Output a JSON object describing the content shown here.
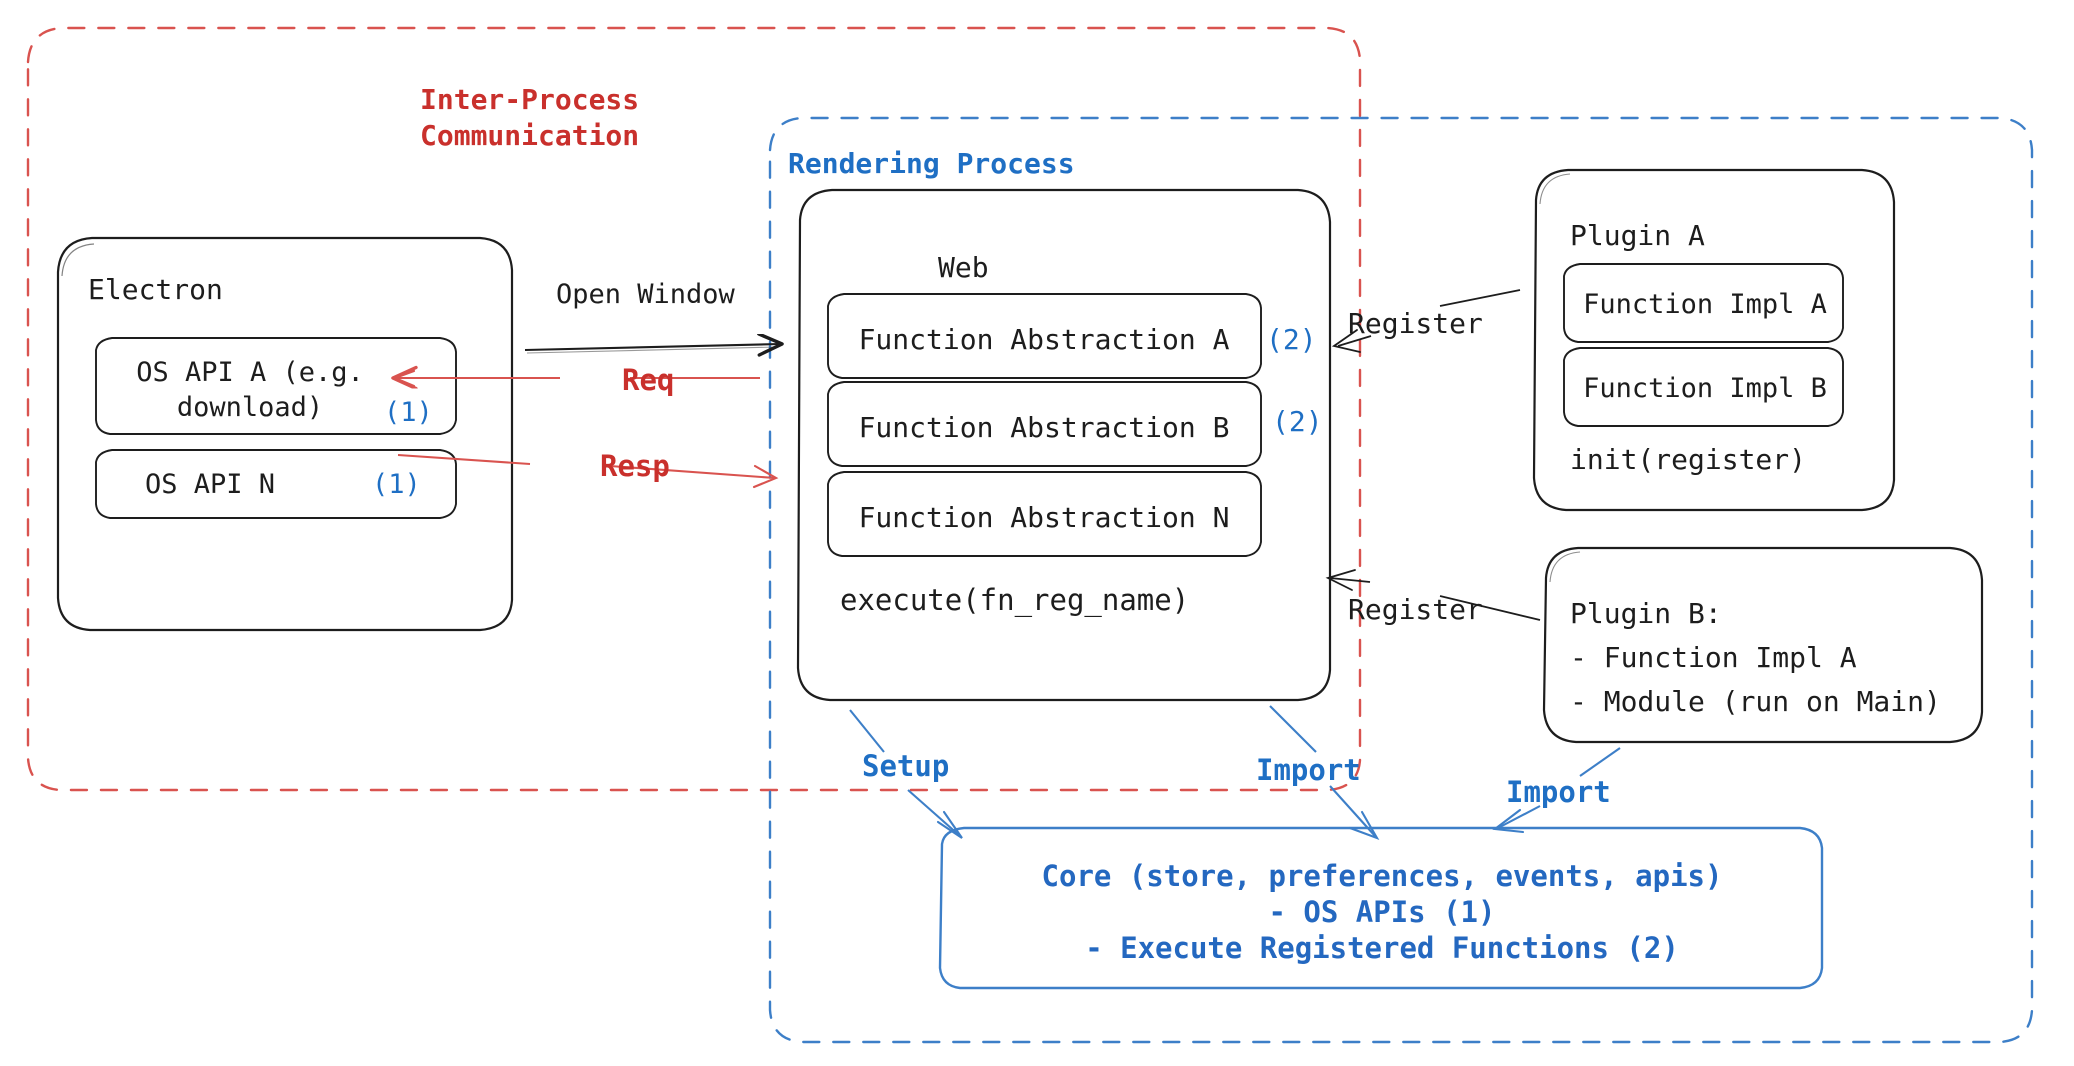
{
  "diagram": {
    "title": "Electron plugin architecture",
    "colors": {
      "red": "#c9302c",
      "blue": "#1f6fc4",
      "black": "#1d1d1d",
      "core_blue": "#2468c0",
      "box_stroke": "#1d1d1d",
      "background": "#ffffff"
    },
    "containers": [
      {
        "id": "ipc",
        "label": "Inter-Process\nCommunication",
        "style": "dashed",
        "color": "#c9302c"
      },
      {
        "id": "rendering",
        "label": "Rendering Process",
        "style": "dashed",
        "color": "#1f6fc4"
      }
    ],
    "boxes": {
      "electron": {
        "title": "Electron",
        "items": [
          {
            "label": "OS API A (e.g.\ndownload)",
            "tag": "(1)"
          },
          {
            "label": "OS API N",
            "tag": "(1)"
          }
        ]
      },
      "web": {
        "title": "Web",
        "items": [
          {
            "label": "Function Abstraction A",
            "tag": "(2)"
          },
          {
            "label": "Function Abstraction B",
            "tag": "(2)"
          },
          {
            "label": "Function Abstraction N",
            "tag": ""
          }
        ],
        "footer": "execute(fn_reg_name)"
      },
      "plugin_a": {
        "title": "Plugin A",
        "items": [
          {
            "label": "Function Impl A"
          },
          {
            "label": "Function Impl B"
          }
        ],
        "footer": "init(register)"
      },
      "plugin_b": {
        "title": "Plugin B:",
        "lines": [
          "- Function Impl A",
          "- Module (run on Main)"
        ]
      },
      "core": {
        "lines": [
          "Core (store, preferences, events, apis)",
          "- OS APIs (1)",
          "- Execute Registered Functions (2)"
        ]
      }
    },
    "arrows": [
      {
        "id": "open-window",
        "label": "Open Window",
        "color": "#1d1d1d",
        "direction": "right"
      },
      {
        "id": "req",
        "label": "Req",
        "color": "#c9302c",
        "direction": "left"
      },
      {
        "id": "resp",
        "label": "Resp",
        "color": "#c9302c",
        "direction": "right"
      },
      {
        "id": "register-a",
        "label": "Register",
        "color": "#1d1d1d",
        "direction": "left"
      },
      {
        "id": "register-b",
        "label": "Register",
        "color": "#1d1d1d",
        "direction": "left"
      },
      {
        "id": "setup",
        "label": "Setup",
        "color": "#1f6fc4",
        "direction": "down"
      },
      {
        "id": "import-web",
        "label": "Import",
        "color": "#1f6fc4",
        "direction": "down"
      },
      {
        "id": "import-plugin",
        "label": "Import",
        "color": "#1f6fc4",
        "direction": "down-left"
      }
    ]
  }
}
